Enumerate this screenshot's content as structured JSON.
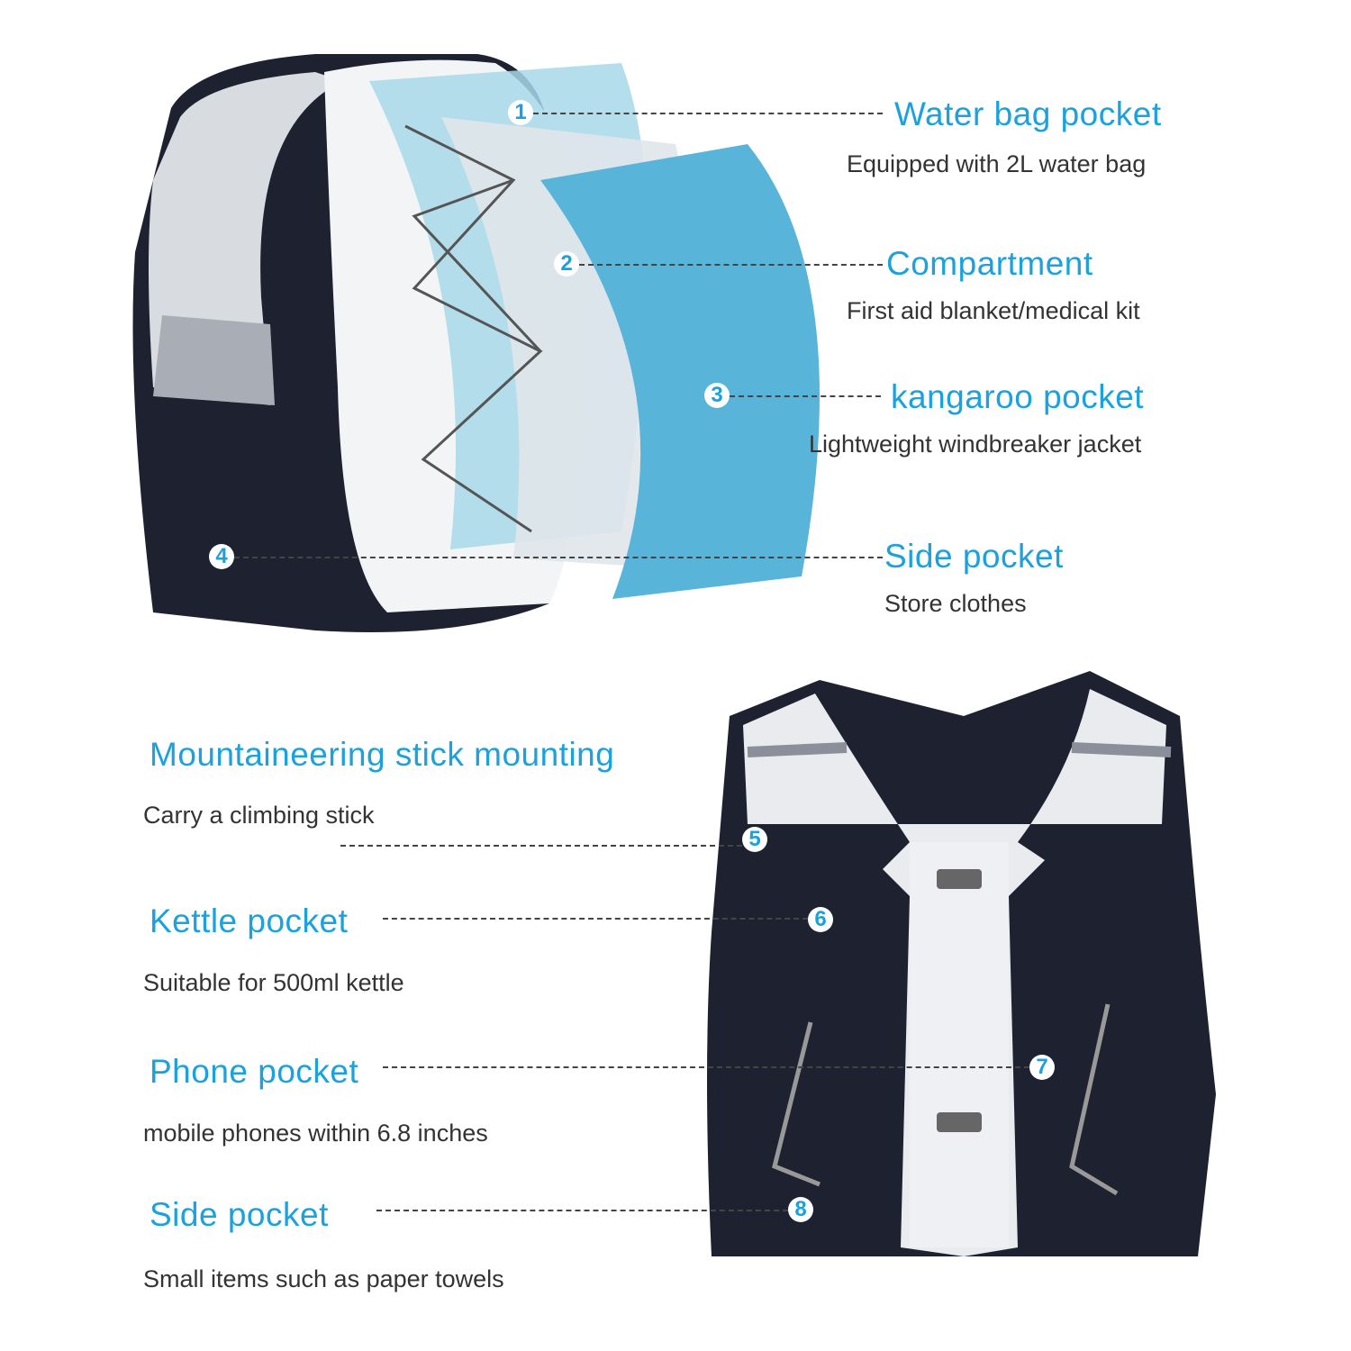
{
  "colors": {
    "accent": "#1ba2dc",
    "text": "#333333",
    "vest_dark": "#1e2230",
    "vest_light": "#e9ebef",
    "layer_blue": "#58b4d8"
  },
  "back_view": {
    "callouts": [
      {
        "number": "1",
        "title": "Water bag pocket",
        "description": "Equipped with 2L water bag"
      },
      {
        "number": "2",
        "title": "Compartment",
        "description": "First aid blanket/medical kit"
      },
      {
        "number": "3",
        "title": "kangaroo pocket",
        "description": "Lightweight windbreaker jacket"
      },
      {
        "number": "4",
        "title": "Side pocket",
        "description": "Store clothes"
      }
    ]
  },
  "front_view": {
    "callouts": [
      {
        "number": "5",
        "title": "Mountaineering stick mounting",
        "description": "Carry a climbing stick"
      },
      {
        "number": "6",
        "title": "Kettle pocket",
        "description": "Suitable for 500ml kettle"
      },
      {
        "number": "7",
        "title": "Phone pocket",
        "description": "mobile phones within 6.8 inches"
      },
      {
        "number": "8",
        "title": "Side pocket",
        "description": "Small items such as paper towels"
      }
    ]
  }
}
